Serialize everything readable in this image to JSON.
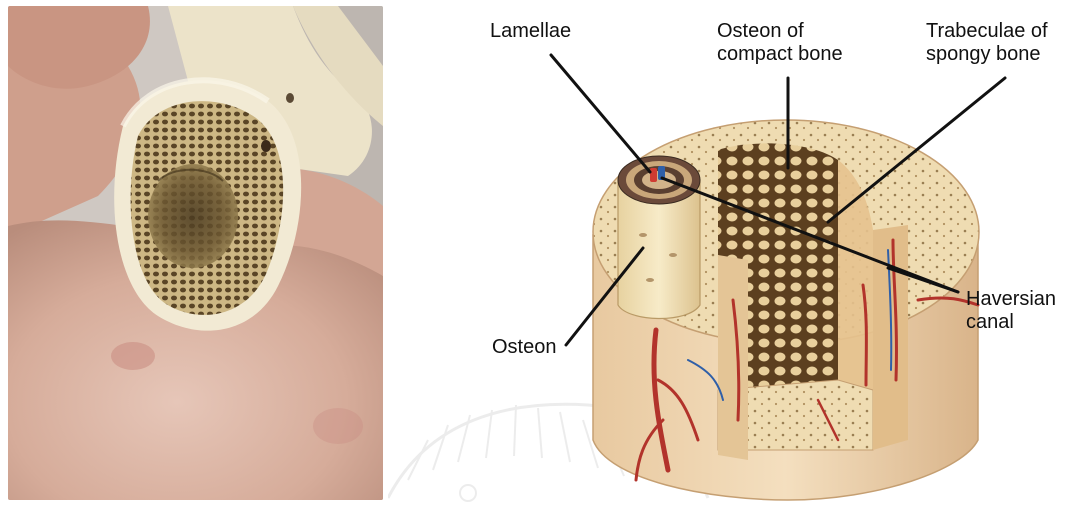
{
  "labels": {
    "lamellae": "Lamellae",
    "osteon_compact": "Osteon of\ncompact bone",
    "trabeculae": "Trabeculae of\nspongy bone",
    "haversian": "Haversian\ncanal",
    "osteon": "Osteon"
  },
  "colors": {
    "bone_cream": "#efe2c0",
    "spongy_dark": "#6b5334",
    "vessel_red": "#b2332b",
    "vessel_blue": "#2f5fa8",
    "skin": "#d9b3a3",
    "leader": "#111111"
  }
}
